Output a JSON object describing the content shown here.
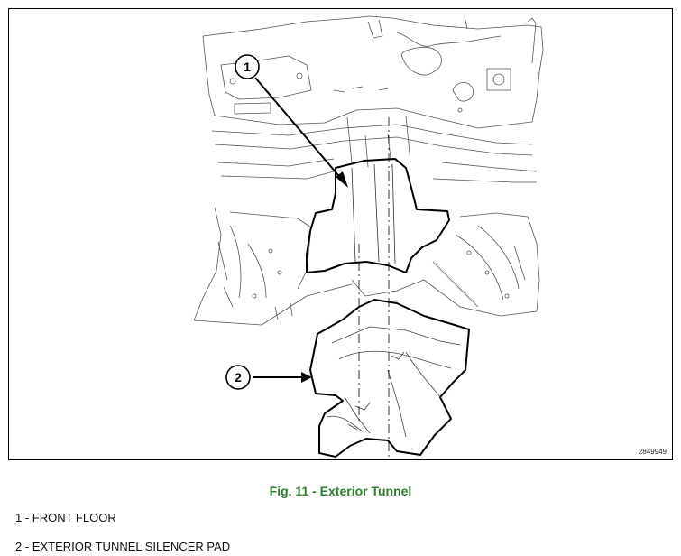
{
  "figure": {
    "callouts": [
      "1",
      "2"
    ],
    "figure_id": "2849949"
  },
  "caption": "Fig. 11 - Exterior Tunnel",
  "legend": [
    "1 - FRONT FLOOR",
    "2 - EXTERIOR TUNNEL SILENCER PAD"
  ]
}
